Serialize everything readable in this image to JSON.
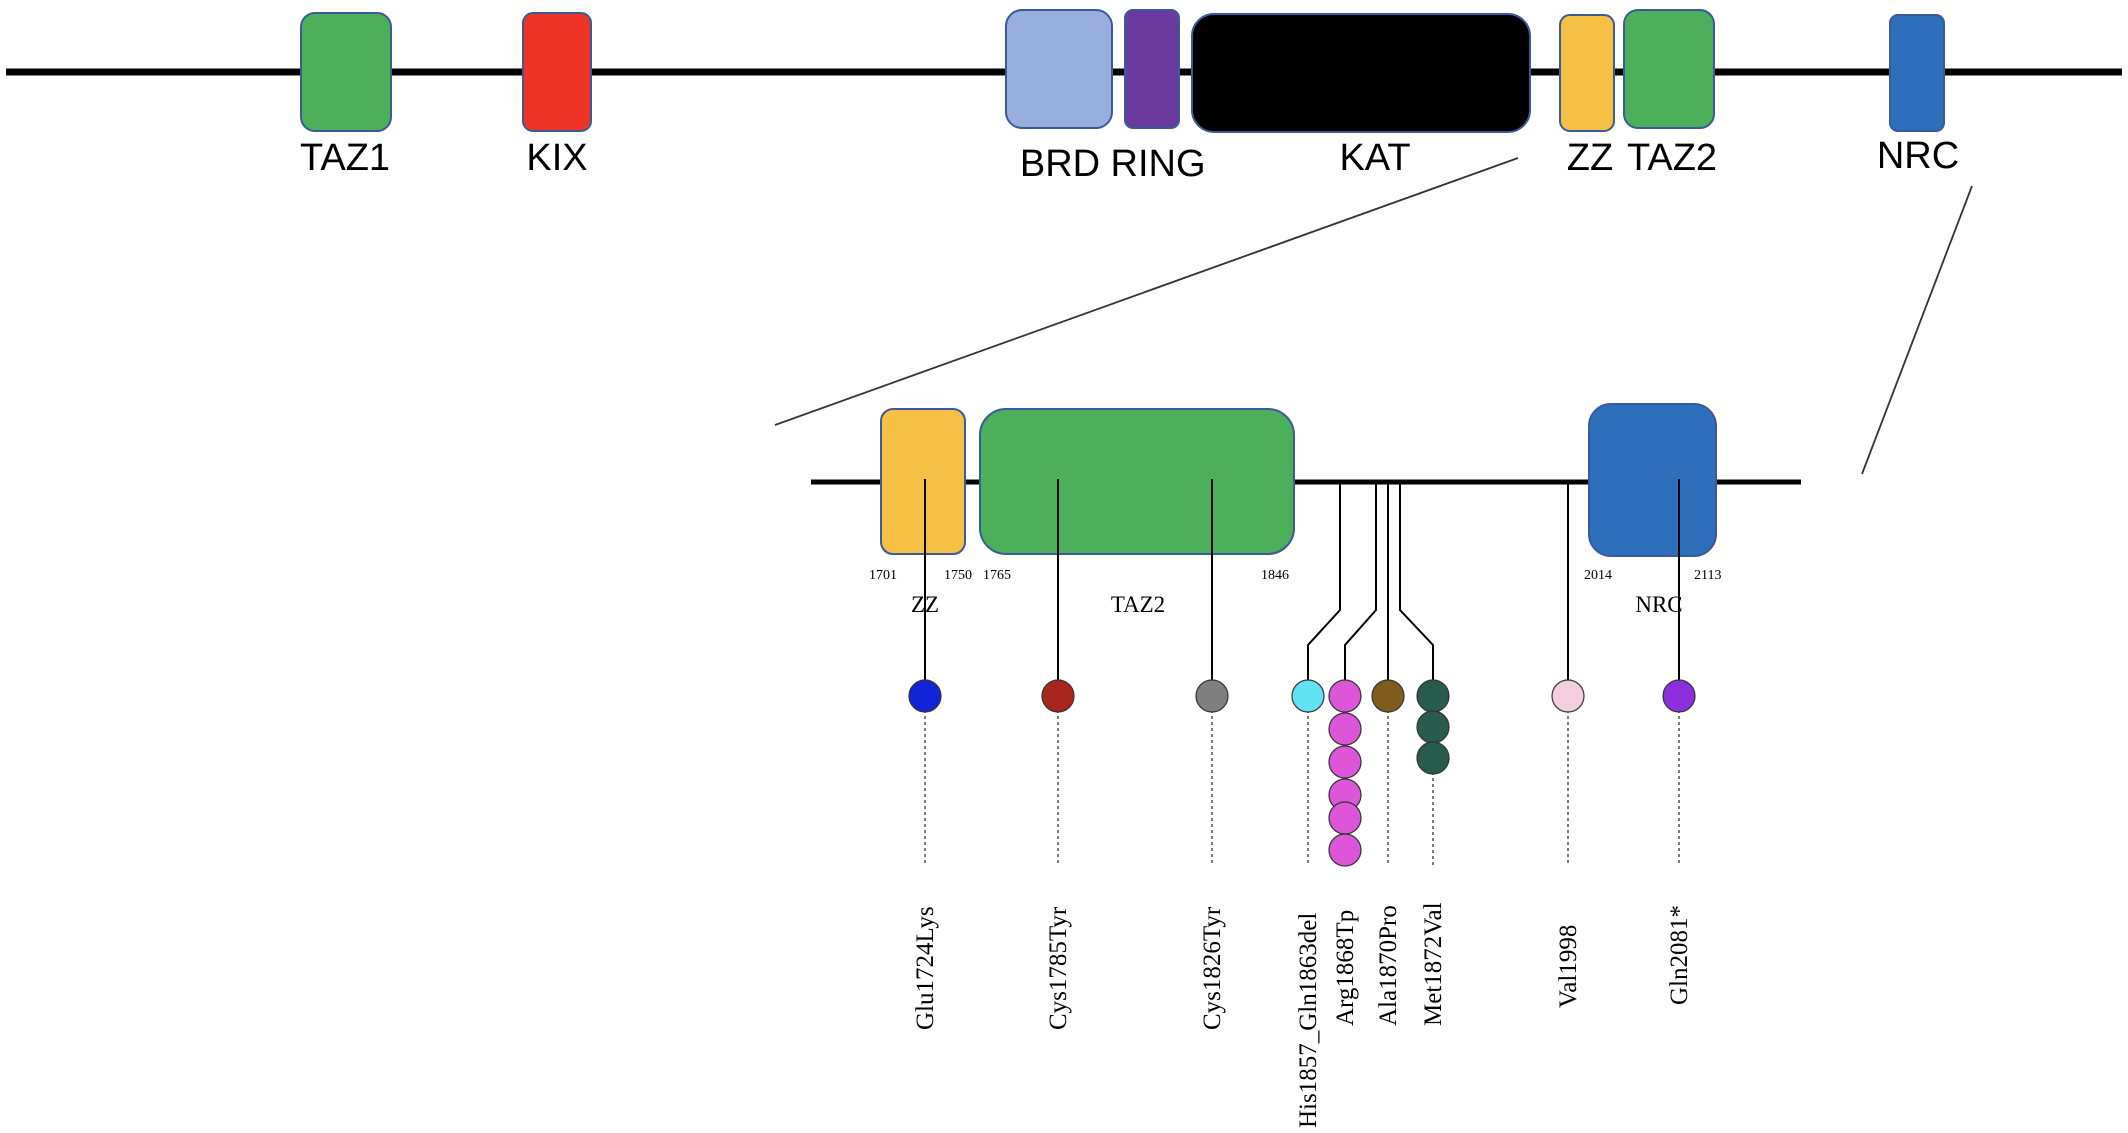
{
  "protein": {
    "domains": [
      {
        "id": "taz1",
        "label": "TAZ1",
        "color": "#4caf5a"
      },
      {
        "id": "kix",
        "label": "KIX",
        "color": "#ee3424"
      },
      {
        "id": "brd",
        "label": "BRD",
        "color": "#97aede"
      },
      {
        "id": "ring",
        "label": "RING",
        "color": "#6b3a9e"
      },
      {
        "id": "kat",
        "label": "KAT",
        "color": "#000000"
      },
      {
        "id": "zz",
        "label": "ZZ",
        "color": "#f5c043"
      },
      {
        "id": "taz2",
        "label": "TAZ2",
        "color": "#4caf5a"
      },
      {
        "id": "nrc",
        "label": "NRC",
        "color": "#2d6fbb"
      }
    ]
  },
  "detail": {
    "domains": [
      {
        "id": "zz",
        "label": "ZZ",
        "start": "1701",
        "end": "1750",
        "color": "#f5c043"
      },
      {
        "id": "taz2",
        "label": "TAZ2",
        "start": "1765",
        "end": "1846",
        "color": "#4caf5a"
      },
      {
        "id": "nrc",
        "label": "NRC",
        "start": "2014",
        "end": "2113",
        "color": "#2d6fbb"
      }
    ],
    "variants": [
      {
        "id": "glu1724lys",
        "label": "Glu1724Lys",
        "count": 1,
        "color": "#1024d8"
      },
      {
        "id": "cys1785tyr",
        "label": "Cys1785Tyr",
        "count": 1,
        "color": "#a8261e"
      },
      {
        "id": "cys1826tyr",
        "label": "Cys1826Tyr",
        "count": 1,
        "color": "#7f7f7f"
      },
      {
        "id": "his1857-gln1863del",
        "label": "His1857_Gln1863del",
        "count": 1,
        "color": "#62e3f3"
      },
      {
        "id": "arg1868tp",
        "label": "Arg1868Tp",
        "count": 6,
        "color": "#dd55d8"
      },
      {
        "id": "ala1870pro",
        "label": "Ala1870Pro",
        "count": 1,
        "color": "#7f5b1c"
      },
      {
        "id": "met1872val",
        "label": "Met1872Val",
        "count": 3,
        "color": "#275b4d"
      },
      {
        "id": "val1998",
        "label": "Val1998",
        "count": 1,
        "color": "#f5cde0"
      },
      {
        "id": "gln2081-stop",
        "label": "Gln2081*",
        "count": 1,
        "color": "#8b2fdc"
      }
    ]
  }
}
